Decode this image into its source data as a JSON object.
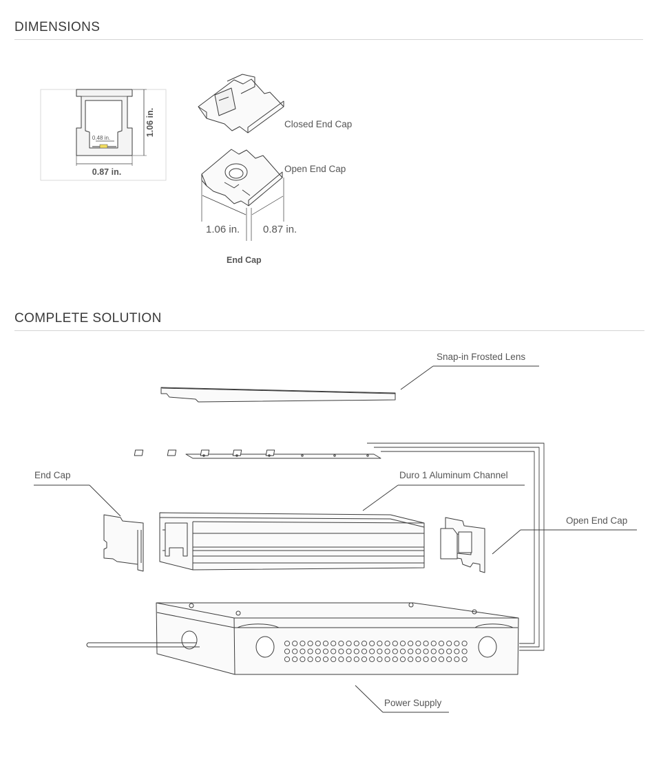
{
  "sections": {
    "dimensions_title": "DIMENSIONS",
    "solution_title": "COMPLETE SOLUTION"
  },
  "profile": {
    "height": "1.06 in.",
    "inner_width": "0.48 in.",
    "width": "0.87 in."
  },
  "end_caps": {
    "closed_label": "Closed End Cap",
    "open_label": "Open End Cap",
    "dim_left": "1.06 in.",
    "dim_right": "0.87 in.",
    "caption": "End Cap"
  },
  "solution": {
    "lens_label": "Snap-in Frosted Lens",
    "end_cap_label": "End Cap",
    "channel_label": "Duro 1 Aluminum Channel",
    "open_end_cap_label": "Open End Cap",
    "power_supply_label": "Power Supply"
  },
  "colors": {
    "line": "#3a3a3a",
    "led": "#f2dc5e",
    "rule": "#d4d4d4"
  }
}
